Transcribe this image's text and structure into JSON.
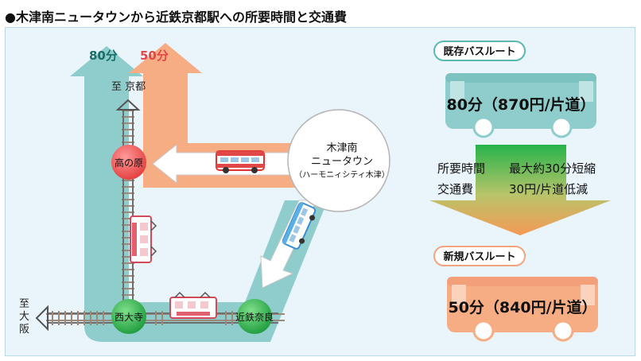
{
  "title": "●木津南ニュータウンから近鉄京都駅への所要時間と交通費",
  "arrows": {
    "existing_time": "80分",
    "new_time": "50分"
  },
  "destinations": {
    "kyoto": "至 京都",
    "osaka": [
      "至",
      "大",
      "阪"
    ]
  },
  "stations": {
    "takanohara": "高の原",
    "saidaiji": "西大寺",
    "kintetsu_nara": "近鉄奈良"
  },
  "origin": {
    "line1": "木津南",
    "line2": "ニュータウン",
    "line3": "（ハーモニィシティ木津）"
  },
  "existing_route": {
    "label": "既存バスルート",
    "detail": "80分（870円/片道）"
  },
  "comparison": {
    "time_label": "所要時間",
    "time_value": "最大約30分短縮",
    "fare_label": "交通費",
    "fare_value": "30円/片道低減"
  },
  "new_route": {
    "label": "新規バスルート",
    "detail": "50分（840円/片道）"
  },
  "colors": {
    "teal": "#8ecdcb",
    "orange": "#f7ad84",
    "red": "#e04848",
    "green": "#2aa84a",
    "panel": "#e9f4fb"
  }
}
